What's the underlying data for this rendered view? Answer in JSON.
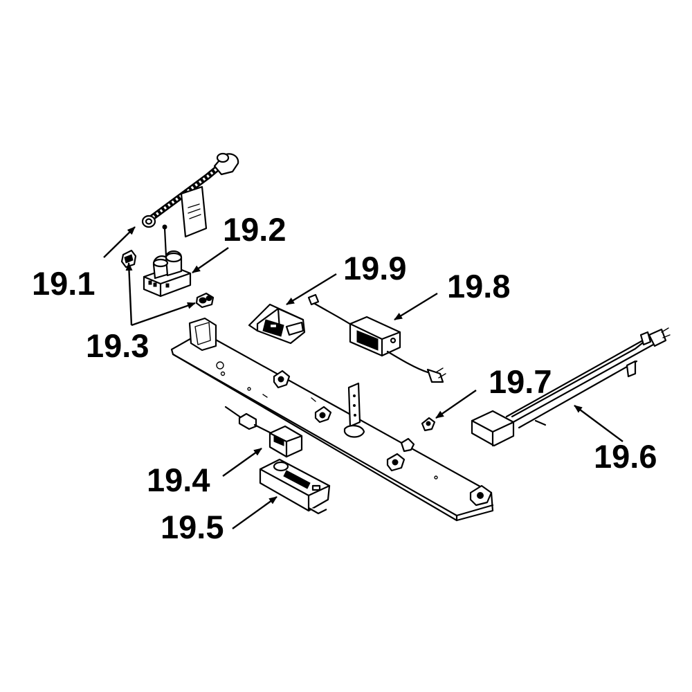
{
  "callouts": {
    "c19_1": "19.1",
    "c19_2": "19.2",
    "c19_3": "19.3",
    "c19_4": "19.4",
    "c19_5": "19.5",
    "c19_6": "19.6",
    "c19_7": "19.7",
    "c19_8": "19.8",
    "c19_9": "19.9"
  }
}
